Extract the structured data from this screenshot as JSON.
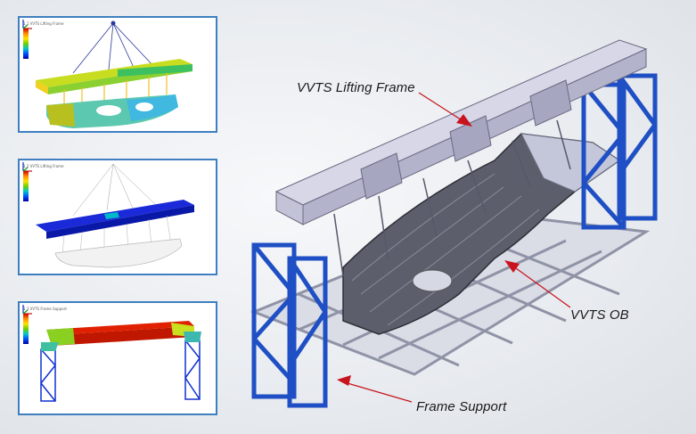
{
  "panels": [
    {
      "title": "1.1 VVTS Lifting Frame"
    },
    {
      "title": "1.2 VVTS Lifting Frame"
    },
    {
      "title": "1.3 VVTS Frame Support"
    }
  ],
  "callouts": {
    "lifting_frame": "VVTS Lifting Frame",
    "ob": "VVTS OB",
    "frame_support": "Frame Support"
  },
  "colors": {
    "panel_border": "#3f7fc0",
    "callout_arrow": "#c8141e",
    "frame_blue": "#1f4fc4",
    "beam_lavender": "#c9c9de"
  },
  "icons": [
    "axis-triad-icon"
  ]
}
